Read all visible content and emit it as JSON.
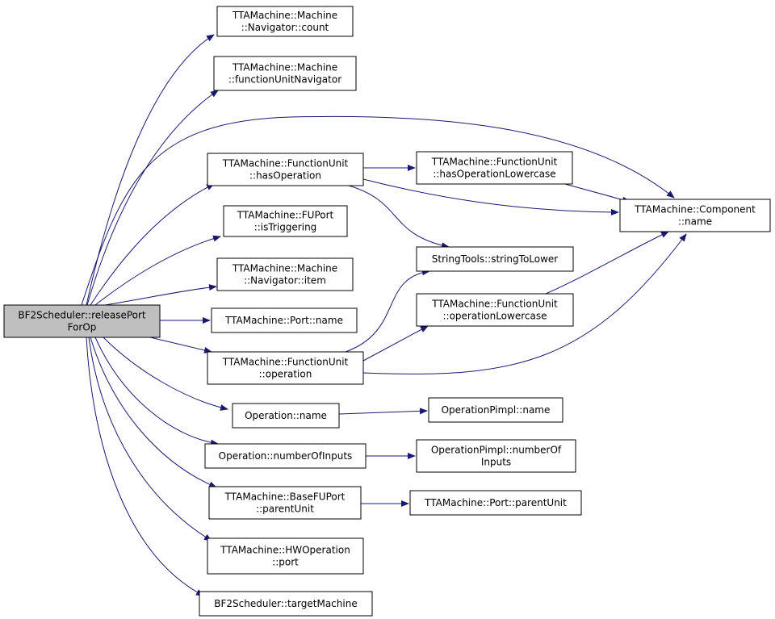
{
  "colors": {
    "edge": "#191970",
    "node_border": "#000000",
    "node_fill": "#ffffff",
    "root_fill": "#bfbfbf"
  },
  "nodes": {
    "root": {
      "lines": [
        "BF2Scheduler::releasePort",
        "ForOp"
      ]
    },
    "nav_count": {
      "lines": [
        "TTAMachine::Machine",
        "::Navigator::count"
      ]
    },
    "fu_navigator": {
      "lines": [
        "TTAMachine::Machine",
        "::functionUnitNavigator"
      ]
    },
    "has_operation": {
      "lines": [
        "TTAMachine::FunctionUnit",
        "::hasOperation"
      ]
    },
    "is_triggering": {
      "lines": [
        "TTAMachine::FUPort",
        "::isTriggering"
      ]
    },
    "nav_item": {
      "lines": [
        "TTAMachine::Machine",
        "::Navigator::item"
      ]
    },
    "port_name": {
      "lines": [
        "TTAMachine::Port::name"
      ]
    },
    "fu_operation": {
      "lines": [
        "TTAMachine::FunctionUnit",
        "::operation"
      ]
    },
    "operation_name": {
      "lines": [
        "Operation::name"
      ]
    },
    "number_of_inputs": {
      "lines": [
        "Operation::numberOfInputs"
      ]
    },
    "parent_unit": {
      "lines": [
        "TTAMachine::BaseFUPort",
        "::parentUnit"
      ]
    },
    "hw_port": {
      "lines": [
        "TTAMachine::HWOperation",
        "::port"
      ]
    },
    "target_machine": {
      "lines": [
        "BF2Scheduler::targetMachine"
      ]
    },
    "has_op_lower": {
      "lines": [
        "TTAMachine::FunctionUnit",
        "::hasOperationLowercase"
      ]
    },
    "string_to_lower": {
      "lines": [
        "StringTools::stringToLower"
      ]
    },
    "op_lower": {
      "lines": [
        "TTAMachine::FunctionUnit",
        "::operationLowercase"
      ]
    },
    "component_name": {
      "lines": [
        "TTAMachine::Component",
        "::name"
      ]
    },
    "pimpl_name": {
      "lines": [
        "OperationPimpl::name"
      ]
    },
    "pimpl_inputs": {
      "lines": [
        "OperationPimpl::numberOf",
        "Inputs"
      ]
    },
    "port_parent_unit": {
      "lines": [
        "TTAMachine::Port::parentUnit"
      ]
    }
  },
  "edges": [
    [
      "root",
      "nav_count"
    ],
    [
      "root",
      "fu_navigator"
    ],
    [
      "root",
      "has_operation"
    ],
    [
      "root",
      "is_triggering"
    ],
    [
      "root",
      "nav_item"
    ],
    [
      "root",
      "port_name"
    ],
    [
      "root",
      "fu_operation"
    ],
    [
      "root",
      "operation_name"
    ],
    [
      "root",
      "number_of_inputs"
    ],
    [
      "root",
      "parent_unit"
    ],
    [
      "root",
      "hw_port"
    ],
    [
      "root",
      "target_machine"
    ],
    [
      "root",
      "component_name"
    ],
    [
      "has_operation",
      "has_op_lower"
    ],
    [
      "has_operation",
      "component_name"
    ],
    [
      "has_operation",
      "string_to_lower"
    ],
    [
      "has_op_lower",
      "component_name"
    ],
    [
      "fu_operation",
      "string_to_lower"
    ],
    [
      "fu_operation",
      "op_lower"
    ],
    [
      "fu_operation",
      "component_name"
    ],
    [
      "op_lower",
      "component_name"
    ],
    [
      "operation_name",
      "pimpl_name"
    ],
    [
      "number_of_inputs",
      "pimpl_inputs"
    ],
    [
      "parent_unit",
      "port_parent_unit"
    ]
  ]
}
